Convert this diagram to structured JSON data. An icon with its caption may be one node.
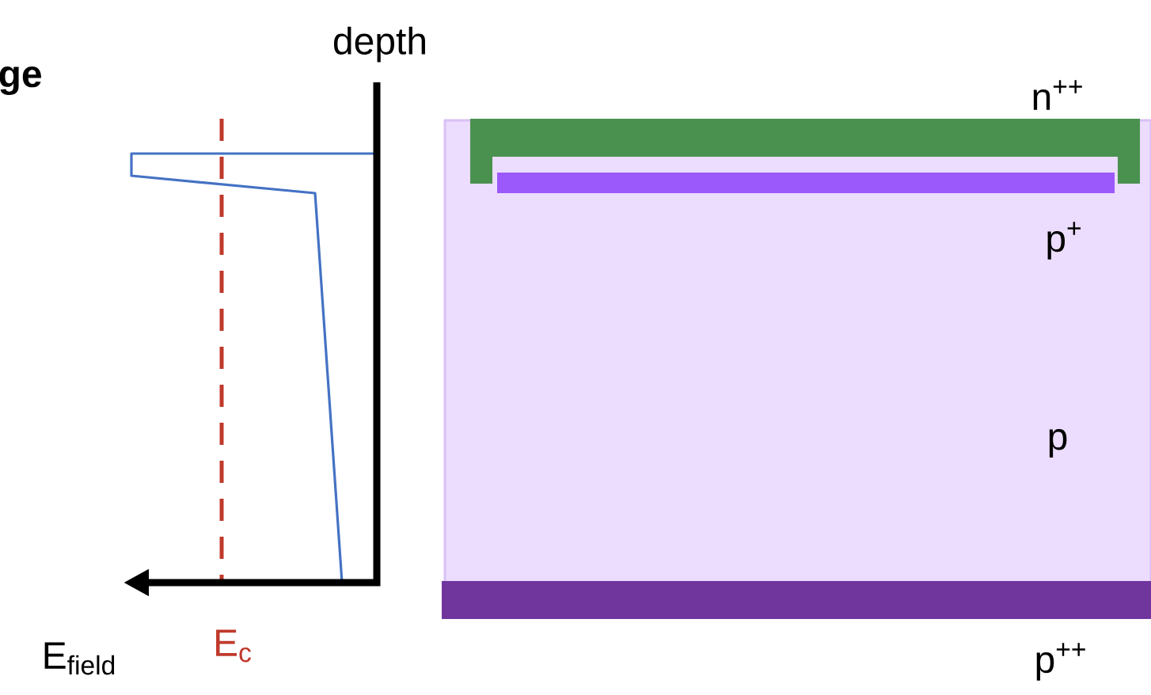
{
  "diagram": {
    "labels": [
      "ge",
      "depth",
      "E$_{field}$",
      "E$_{c}$",
      "n$^{++}$",
      "p$^{+}$",
      "p",
      "p$^{++}$"
    ]
  }
}
